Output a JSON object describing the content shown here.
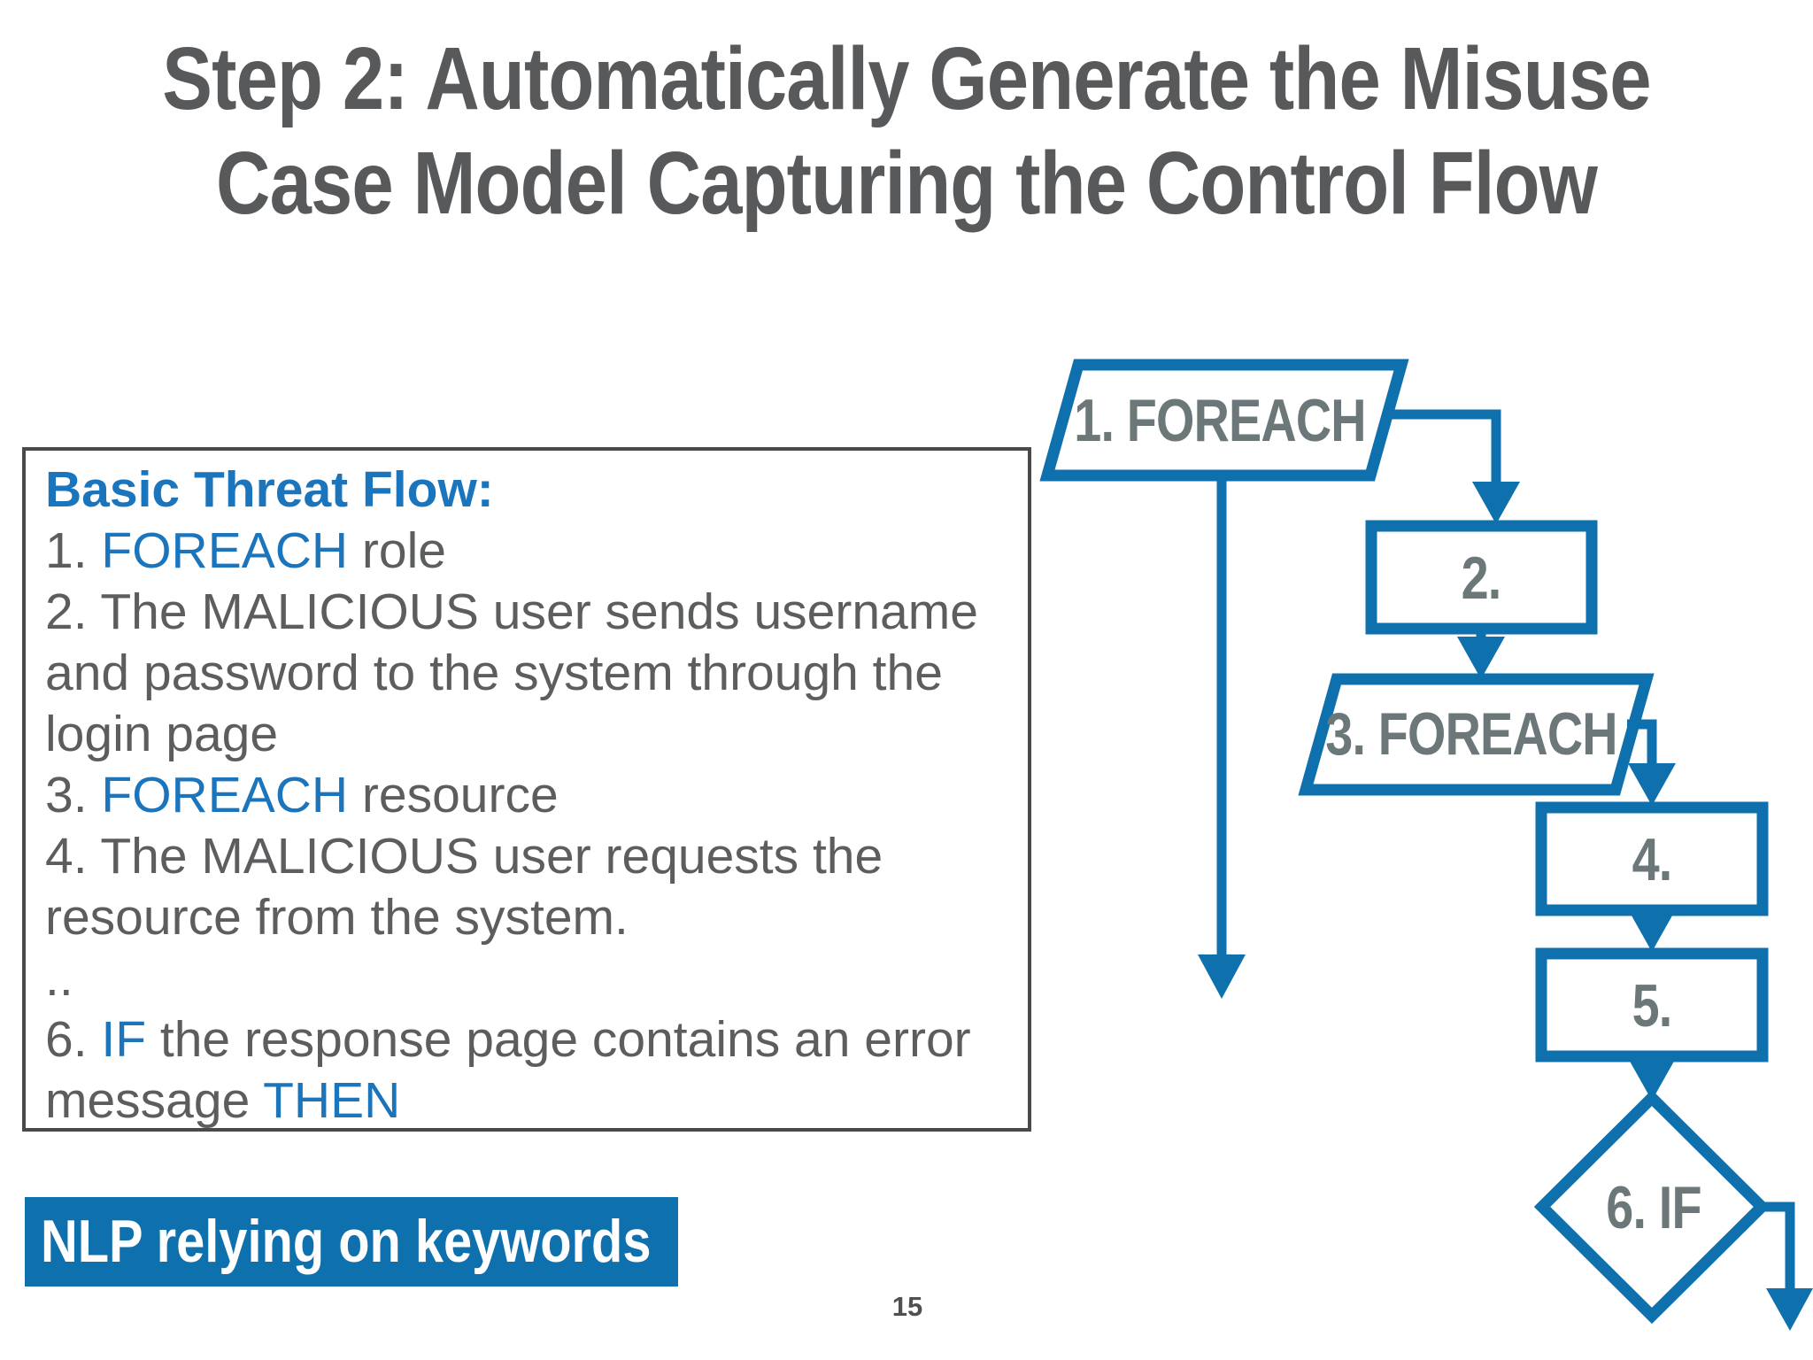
{
  "slide": {
    "title_line1": "Step 2: Automatically Generate the Misuse",
    "title_line2": "Case Model Capturing the Control Flow",
    "page_number": "15"
  },
  "banner": {
    "label": "NLP relying on keywords"
  },
  "colors": {
    "accent_blue": "#0F70AE",
    "keyword_blue": "#1B75BC",
    "title_gray": "#58595B",
    "body_gray": "#5B5D5F",
    "node_label_gray": "#6B7778",
    "box_border_gray": "#4a4a4a"
  },
  "threat_flow_box": {
    "lines": [
      {
        "segments": [
          {
            "text": "Basic Threat Flow:",
            "style": "heading"
          }
        ]
      },
      {
        "segments": [
          {
            "text": "1. ",
            "style": "plain"
          },
          {
            "text": "FOREACH",
            "style": "keyword"
          },
          {
            "text": " role",
            "style": "plain"
          }
        ]
      },
      {
        "segments": [
          {
            "text": "2. The MALICIOUS user sends username",
            "style": "plain"
          }
        ]
      },
      {
        "segments": [
          {
            "text": "and password to the system through the",
            "style": "plain"
          }
        ]
      },
      {
        "segments": [
          {
            "text": "login page",
            "style": "plain"
          }
        ]
      },
      {
        "segments": [
          {
            "text": "3. ",
            "style": "plain"
          },
          {
            "text": "FOREACH",
            "style": "keyword"
          },
          {
            "text": " resource",
            "style": "plain"
          }
        ]
      },
      {
        "segments": [
          {
            "text": "4. The MALICIOUS user requests the",
            "style": "plain"
          }
        ]
      },
      {
        "segments": [
          {
            "text": "resource from the system.",
            "style": "plain"
          }
        ]
      },
      {
        "segments": [
          {
            "text": "..",
            "style": "plain"
          }
        ]
      },
      {
        "segments": [
          {
            "text": "6. ",
            "style": "plain"
          },
          {
            "text": "IF",
            "style": "keyword"
          },
          {
            "text": " the response page contains an error",
            "style": "plain"
          }
        ]
      },
      {
        "segments": [
          {
            "text": "message ",
            "style": "plain"
          },
          {
            "text": "THEN",
            "style": "keyword"
          }
        ]
      }
    ]
  },
  "flowchart": {
    "nodes": [
      {
        "id": "n1",
        "shape": "parallelogram",
        "label": "1. FOREACH"
      },
      {
        "id": "n2",
        "shape": "rectangle",
        "label": "2."
      },
      {
        "id": "n3",
        "shape": "parallelogram",
        "label": "3. FOREACH"
      },
      {
        "id": "n4",
        "shape": "rectangle",
        "label": "4."
      },
      {
        "id": "n5",
        "shape": "rectangle",
        "label": "5."
      },
      {
        "id": "n6",
        "shape": "diamond",
        "label": "6. IF"
      }
    ]
  }
}
